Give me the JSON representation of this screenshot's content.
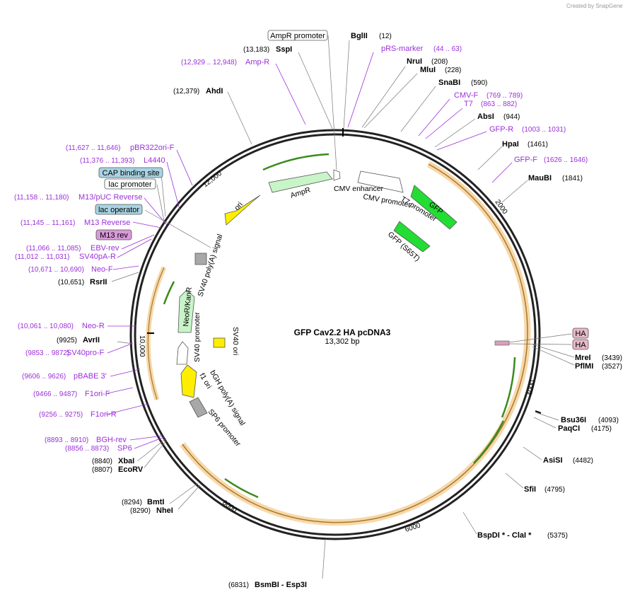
{
  "credit": "Created by SnapGene",
  "plasmid": {
    "name": "GFP Cav2.2 HA pcDNA3",
    "size": "13,302 bp"
  },
  "ticks": [
    "2000",
    "4000",
    "6000",
    "8000",
    "10,000",
    "12,000"
  ],
  "boxed_labels": [
    "AmpR promoter",
    "CAP binding site",
    "lac promoter",
    "lac operator",
    "M13 rev",
    "HA",
    "HA"
  ],
  "enzymes": [
    {
      "name": "BglII",
      "pos": "(12)"
    },
    {
      "name": "SspI",
      "pos": "(13,183)"
    },
    {
      "name": "NruI",
      "pos": "(208)"
    },
    {
      "name": "MluI",
      "pos": "(228)"
    },
    {
      "name": "SnaBI",
      "pos": "(590)"
    },
    {
      "name": "AbsI",
      "pos": "(944)"
    },
    {
      "name": "HpaI",
      "pos": "(1461)"
    },
    {
      "name": "MauBI",
      "pos": "(1841)"
    },
    {
      "name": "AhdI",
      "pos": "(12,379)"
    },
    {
      "name": "MreI",
      "pos": "(3439)"
    },
    {
      "name": "PflMI",
      "pos": "(3527)"
    },
    {
      "name": "Bsu36I",
      "pos": "(4093)"
    },
    {
      "name": "PaqCI",
      "pos": "(4175)"
    },
    {
      "name": "AsiSI",
      "pos": "(4482)"
    },
    {
      "name": "SfiI",
      "pos": "(4795)"
    },
    {
      "name": "BspDI * - ClaI *",
      "pos": "(5375)"
    },
    {
      "name": "BsmBI - Esp3I",
      "pos": "(6831)"
    },
    {
      "name": "BmtI",
      "pos": "(8294)"
    },
    {
      "name": "NheI",
      "pos": "(8290)"
    },
    {
      "name": "XbaI",
      "pos": "(8840)"
    },
    {
      "name": "EcoRV",
      "pos": "(8807)"
    },
    {
      "name": "AvrII",
      "pos": "(9925)"
    },
    {
      "name": "RsrII",
      "pos": "(10,651)"
    }
  ],
  "primers": [
    {
      "name": "pRS-marker",
      "pos": "(44 .. 63)"
    },
    {
      "name": "Amp-R",
      "pos": "(12,929 .. 12,948)"
    },
    {
      "name": "CMV-F",
      "pos": "(769 .. 789)"
    },
    {
      "name": "T7",
      "pos": "(863 .. 882)"
    },
    {
      "name": "GFP-R",
      "pos": "(1003 .. 1031)"
    },
    {
      "name": "GFP-F",
      "pos": "(1626 .. 1646)"
    },
    {
      "name": "pBR322ori-F",
      "pos": "(11,627 .. 11,646)"
    },
    {
      "name": "L4440",
      "pos": "(11,376 .. 11,393)"
    },
    {
      "name": "M13/pUC Reverse",
      "pos": "(11,158 .. 11,180)"
    },
    {
      "name": "M13 Reverse",
      "pos": "(11,145 .. 11,161)"
    },
    {
      "name": "EBV-rev",
      "pos": "(11,066 .. 11,085)"
    },
    {
      "name": "SV40pA-R",
      "pos": "(11,012 .. 11,031)"
    },
    {
      "name": "Neo-F",
      "pos": "(10,671 .. 10,690)"
    },
    {
      "name": "Neo-R",
      "pos": "(10,061 .. 10,080)"
    },
    {
      "name": "SV40pro-F",
      "pos": "(9853 .. 9872)"
    },
    {
      "name": "pBABE 3'",
      "pos": "(9606 .. 9626)"
    },
    {
      "name": "F1ori-F",
      "pos": "(9466 .. 9487)"
    },
    {
      "name": "F1ori-R",
      "pos": "(9256 .. 9275)"
    },
    {
      "name": "BGH-rev",
      "pos": "(8893 .. 8910)"
    },
    {
      "name": "SP6",
      "pos": "(8856 .. 8873)"
    }
  ],
  "features": [
    "AmpR",
    "ori",
    "CMV enhancer",
    "CMV promoter",
    "T7 promoter",
    "GFP",
    "GFP (S65T)",
    "SV40 poly(A) signal",
    "NeoR/KanR",
    "SV40 promoter",
    "SV40 ori",
    "bGH poly(A) signal",
    "f1 ori",
    "SP6 promoter"
  ],
  "colors": {
    "primer": "#9b30d9",
    "orf": "#f0a844",
    "ampr": "#c8f5c8",
    "ori": "#ffee00",
    "gfp": "#22dd33"
  }
}
